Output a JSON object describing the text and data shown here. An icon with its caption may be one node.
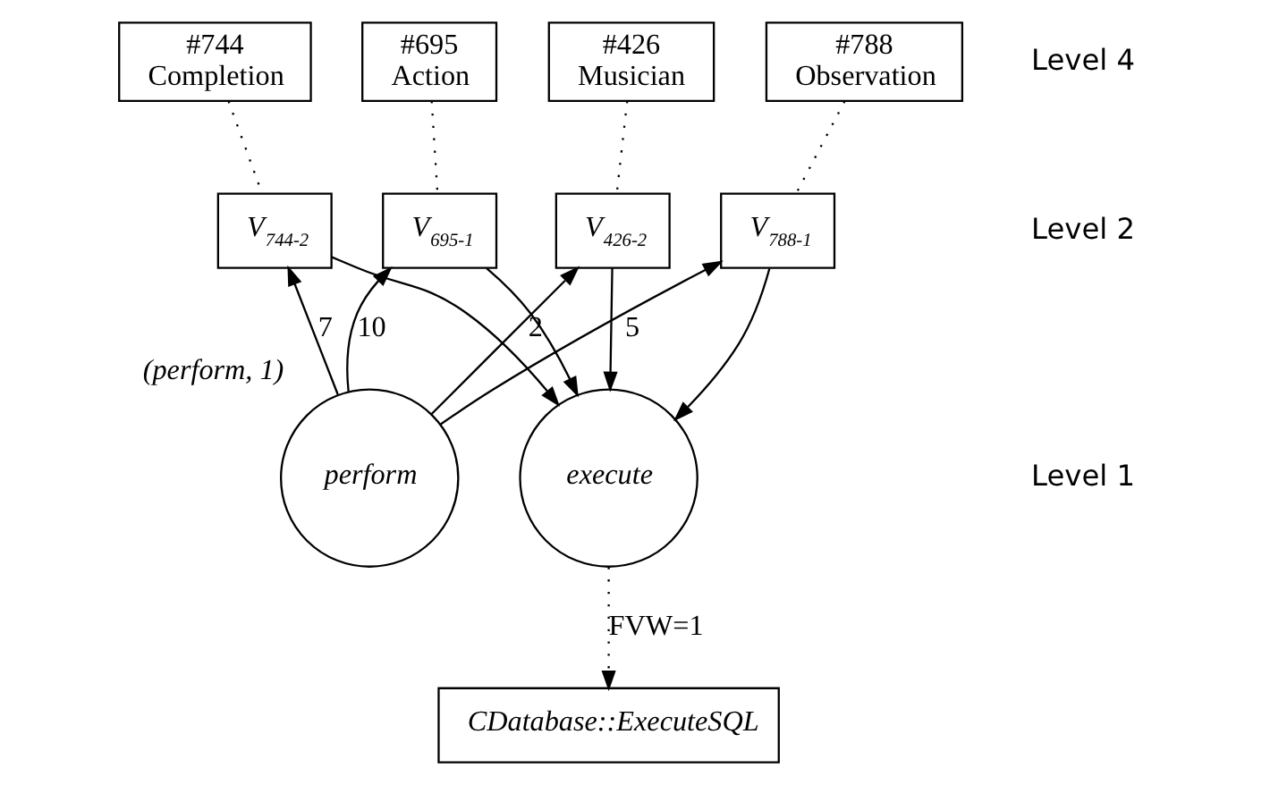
{
  "diagram": {
    "nodes": [
      {
        "text": [
          "#426",
          "Musician"
        ]
      },
      {
        "text": [
          "#695",
          "Action"
        ]
      },
      {
        "text": [
          "#744",
          "Completion"
        ]
      },
      {
        "text": [
          "#788",
          "Observation"
        ]
      },
      {
        "text": [
          "V$_{426-2}$"
        ]
      },
      {
        "text": [
          "V$_{695-1}$"
        ]
      },
      {
        "text": [
          "V$_{744-2}$"
        ]
      },
      {
        "text": [
          "V$_{788-1}$"
        ]
      },
      {
        "text": [
          "perform"
        ],
        "beside": [
          "(perform, 1)"
        ]
      },
      {
        "text": [
          "execute"
        ]
      },
      {
        "text": [
          "CDatabase::ExecuteSQL"
        ]
      }
    ],
    "edges": [
      {
        "from": 0,
        "to": 4,
        "arrow": "none",
        "style": "dashed"
      },
      {
        "from": 1,
        "to": 5,
        "arrow": "none",
        "style": "dashed"
      },
      {
        "from": 2,
        "to": 6,
        "arrow": "none",
        "style": "dashed"
      },
      {
        "from": 3,
        "to": 7,
        "arrow": "none",
        "style": "dashed"
      },
      {
        "from": 8,
        "to": 4,
        "arrow": "to",
        "label": "2"
      },
      {
        "from": 8,
        "to": 5,
        "arrow": "to",
        "label": "10"
      },
      {
        "from": 8,
        "to": 6,
        "arrow": "to",
        "label": "7"
      },
      {
        "from": 8,
        "to": 7,
        "arrow": "to",
        "label": "5"
      },
      {
        "from": 4,
        "to": 9,
        "arrow": "to"
      },
      {
        "from": 5,
        "to": 9,
        "arrow": "to"
      },
      {
        "from": 6,
        "to": 9,
        "arrow": "to"
      },
      {
        "from": 7,
        "to": 9,
        "arrow": "to"
      },
      {
        "from": 9,
        "to": 10,
        "arrow": "to",
        "label": "FVW=1",
        "style": "dashed"
      }
    ],
    "labels": [
      "Level 4",
      "Level 2",
      "Level 1"
    ]
  }
}
